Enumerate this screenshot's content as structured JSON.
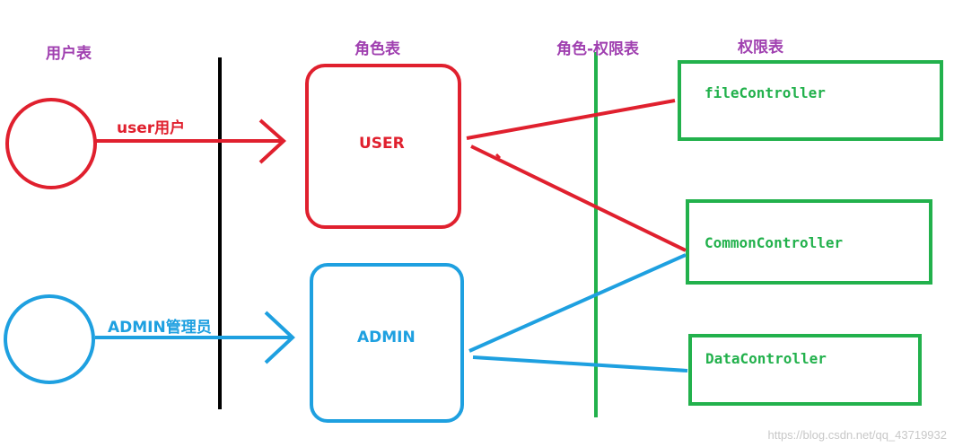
{
  "headers": {
    "user_table": "用户表",
    "role_table": "角色表",
    "role_permission_table": "角色-权限表",
    "permission_table": "权限表"
  },
  "users": {
    "user_label": "user用户",
    "admin_label": "ADMIN管理员"
  },
  "roles": {
    "user": "USER",
    "admin": "ADMIN"
  },
  "permissions": {
    "file": "fileController",
    "common": "CommonController",
    "data": "DataController"
  },
  "watermark": "https://blog.csdn.net/qq_43719932",
  "colors": {
    "red": "#e0202e",
    "blue": "#1ea0e0",
    "green": "#22b14c",
    "purple": "#a040b0",
    "black": "#000000"
  }
}
